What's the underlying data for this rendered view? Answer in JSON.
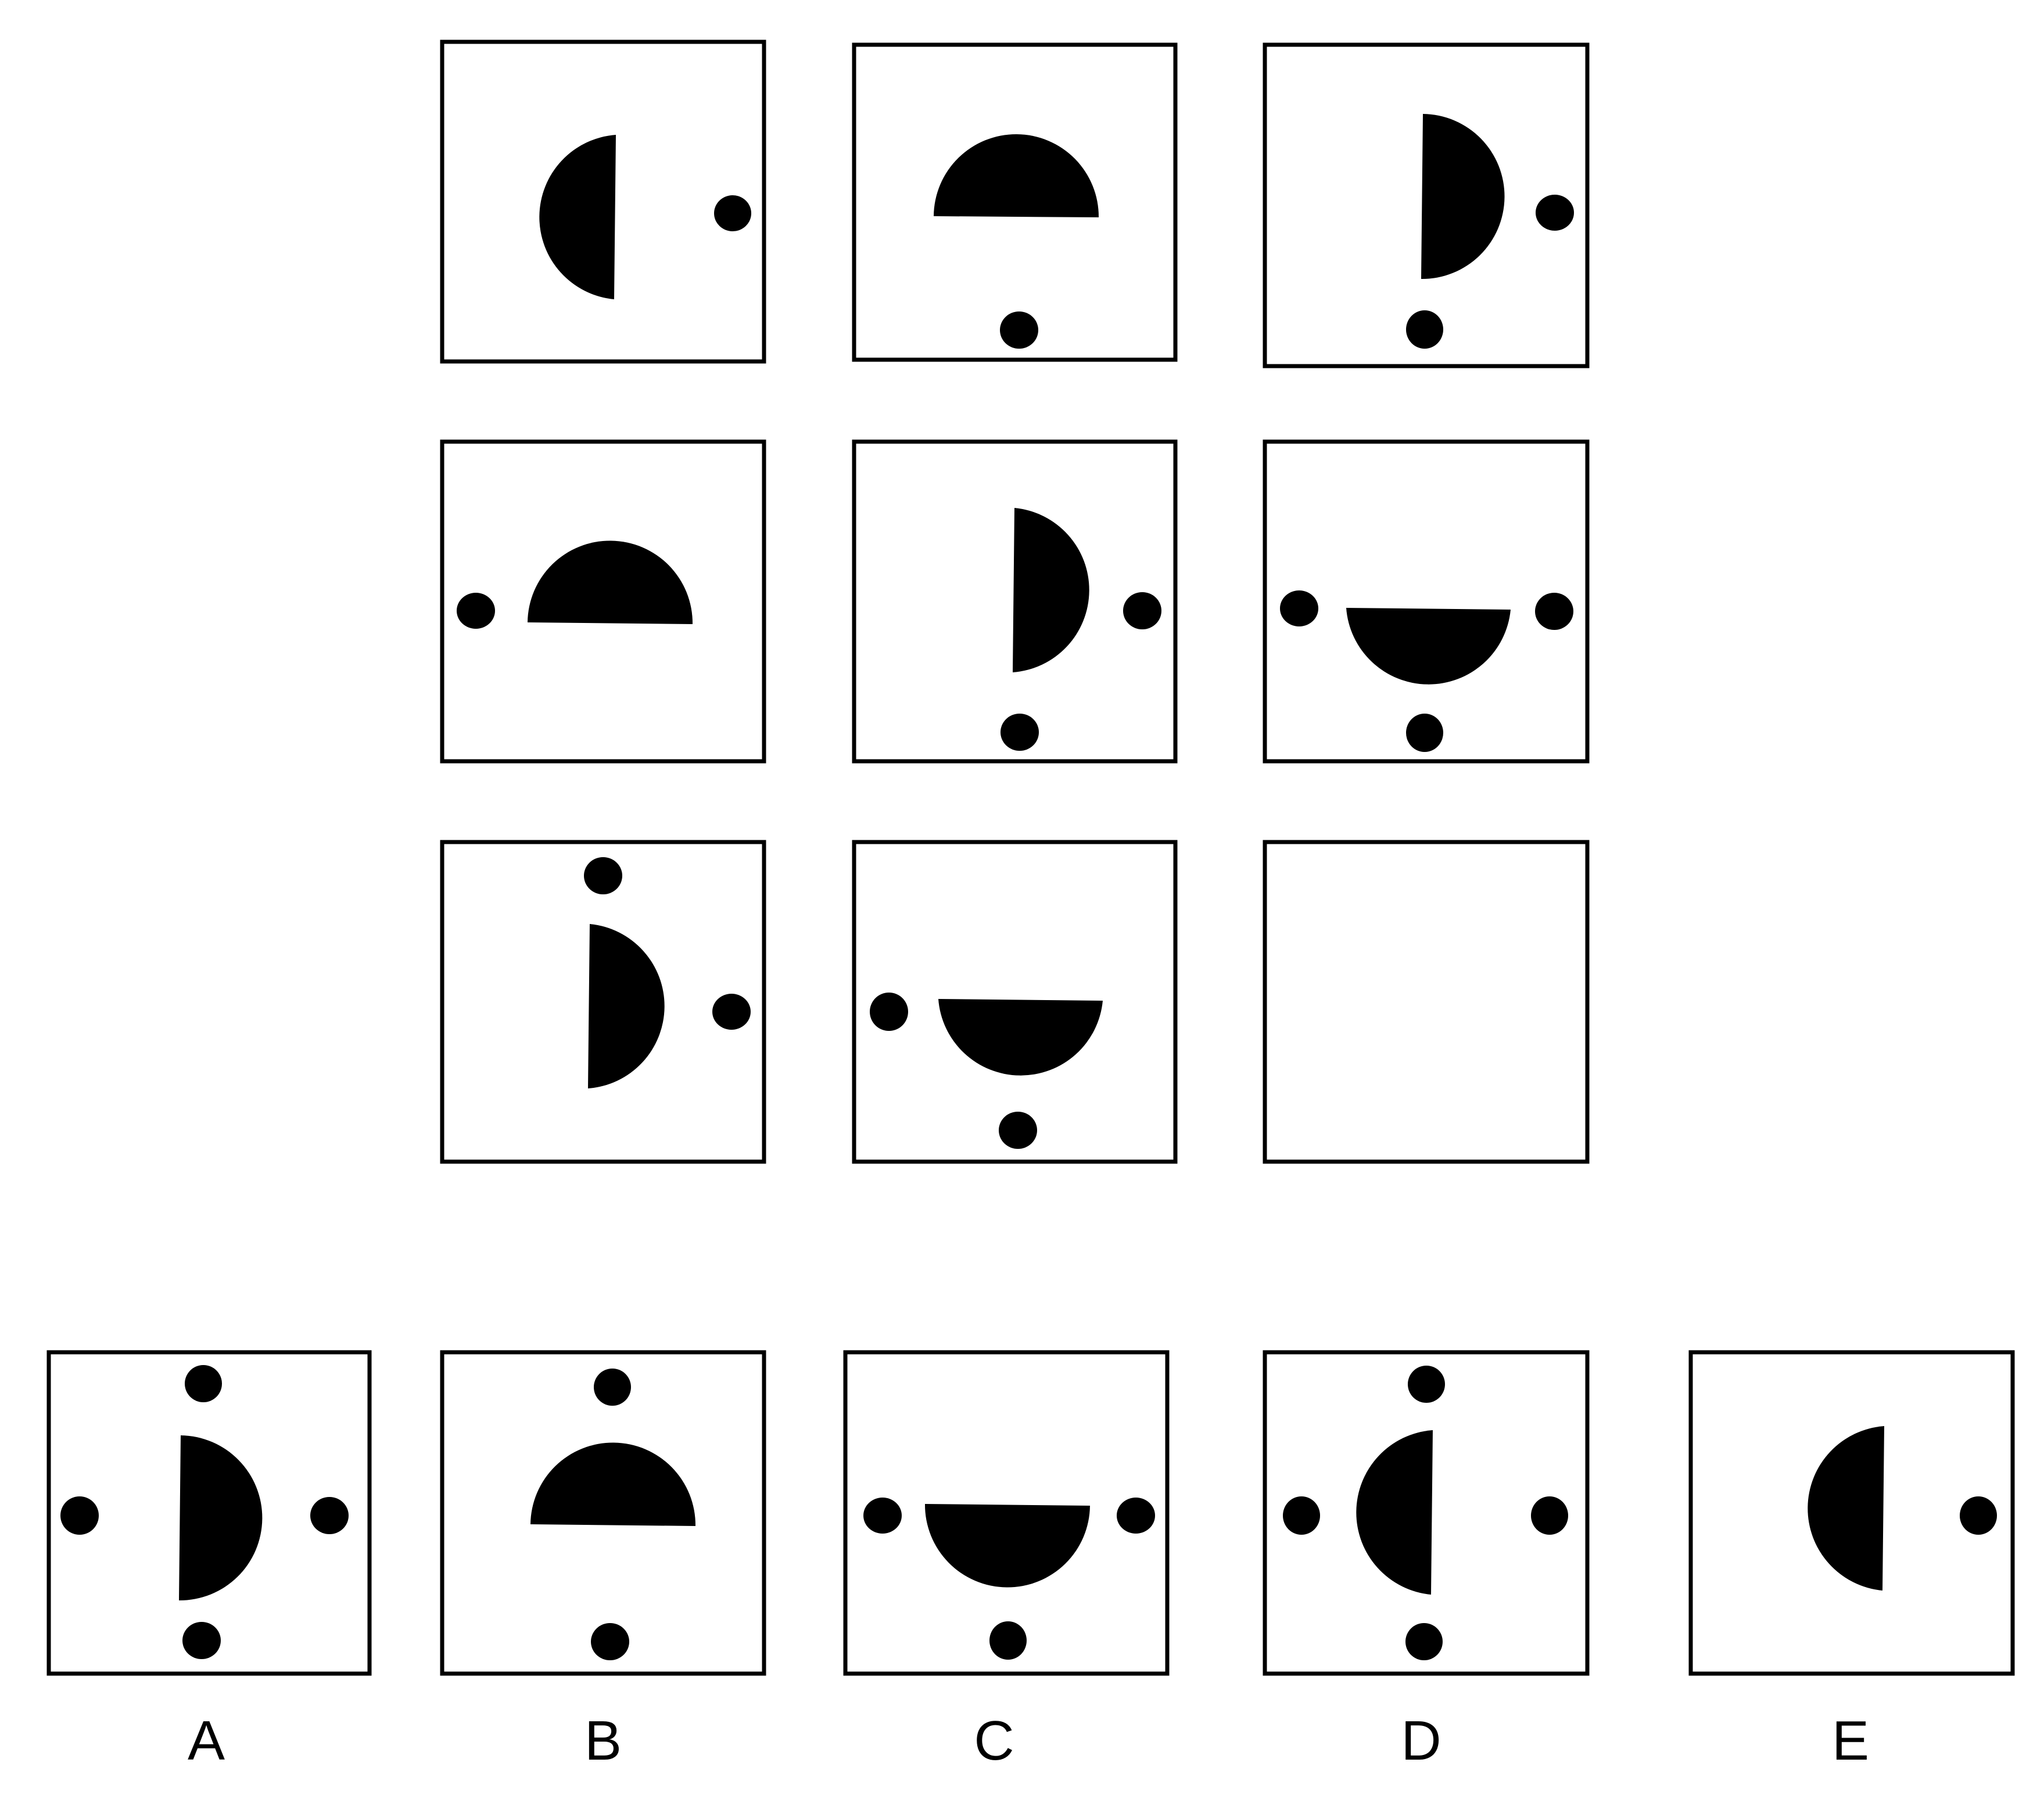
{
  "colors": {
    "ink": "#000000",
    "paper": "#ffffff"
  },
  "grid": [
    {
      "id": "r1c1",
      "shape": "half-disc",
      "flat_side": "right",
      "dots": [
        "right"
      ]
    },
    {
      "id": "r1c2",
      "shape": "half-disc",
      "flat_side": "bottom",
      "dots": [
        "bottom"
      ]
    },
    {
      "id": "r1c3",
      "shape": "half-disc",
      "flat_side": "left",
      "dots": [
        "right",
        "bottom"
      ]
    },
    {
      "id": "r2c1",
      "shape": "half-disc",
      "flat_side": "bottom",
      "dots": [
        "left"
      ]
    },
    {
      "id": "r2c2",
      "shape": "half-disc",
      "flat_side": "left",
      "dots": [
        "right",
        "bottom"
      ]
    },
    {
      "id": "r2c3",
      "shape": "half-disc",
      "flat_side": "top",
      "dots": [
        "left",
        "right",
        "bottom"
      ]
    },
    {
      "id": "r3c1",
      "shape": "half-disc",
      "flat_side": "left",
      "dots": [
        "top",
        "right"
      ]
    },
    {
      "id": "r3c2",
      "shape": "half-disc",
      "flat_side": "top",
      "dots": [
        "left",
        "bottom"
      ]
    },
    {
      "id": "r3c3",
      "shape": "empty",
      "dots": []
    }
  ],
  "options": [
    {
      "label": "A",
      "shape": "half-disc",
      "flat_side": "left",
      "dots": [
        "top",
        "left",
        "right",
        "bottom"
      ]
    },
    {
      "label": "B",
      "shape": "half-disc",
      "flat_side": "bottom",
      "dots": [
        "top",
        "bottom"
      ]
    },
    {
      "label": "C",
      "shape": "half-disc",
      "flat_side": "top",
      "dots": [
        "left",
        "right",
        "bottom"
      ]
    },
    {
      "label": "D",
      "shape": "half-disc",
      "flat_side": "right",
      "dots": [
        "top",
        "left",
        "right",
        "bottom"
      ]
    },
    {
      "label": "E",
      "shape": "half-disc",
      "flat_side": "right",
      "dots": [
        "right"
      ]
    }
  ]
}
